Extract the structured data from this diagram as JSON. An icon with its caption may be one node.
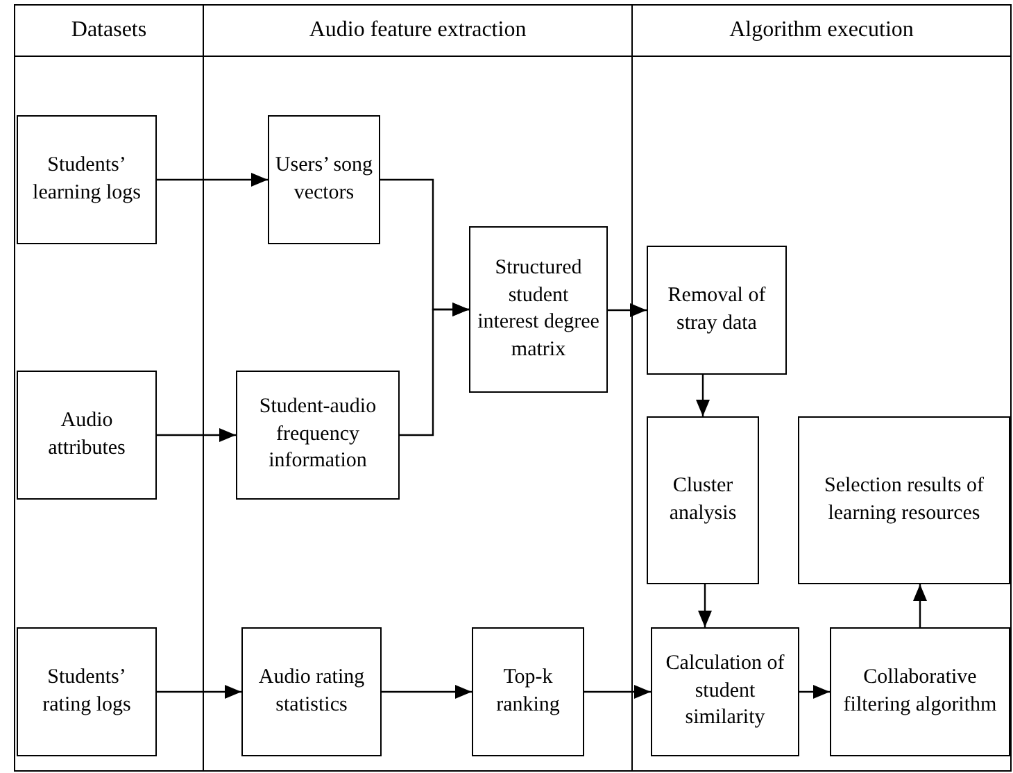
{
  "diagram": {
    "nodes": [
      {
        "text": [
          "Datasets"
        ]
      },
      {
        "text": [
          "Audio feature extraction"
        ]
      },
      {
        "text": [
          "Algorithm execution"
        ]
      },
      {
        "text": [
          "Students’ learning logs"
        ],
        "in": 0
      },
      {
        "text": [
          "Users’ song vectors"
        ],
        "in": 1
      },
      {
        "text": [
          "Structured student interest degree matrix"
        ],
        "in": 1
      },
      {
        "text": [
          "Removal of stray data"
        ],
        "in": 2
      },
      {
        "text": [
          "Audio attributes"
        ],
        "in": 0
      },
      {
        "text": [
          "Student-audio frequency information"
        ],
        "in": 1
      },
      {
        "text": [
          "Cluster analysis"
        ],
        "in": 2
      },
      {
        "text": [
          "Selection results of learning resources"
        ],
        "in": 2
      },
      {
        "text": [
          "Students’ rating logs"
        ],
        "in": 0
      },
      {
        "text": [
          "Audio rating statistics"
        ],
        "in": 1
      },
      {
        "text": [
          "Top-k ranking"
        ],
        "in": 1
      },
      {
        "text": [
          "Calculation of student similarity"
        ],
        "in": 2
      },
      {
        "text": [
          "Collaborative filtering algorithm"
        ],
        "in": 2
      }
    ],
    "edges": [
      {
        "from": 3,
        "to": 4,
        "arrow": "to"
      },
      {
        "from": 7,
        "to": 8,
        "arrow": "to"
      },
      {
        "from": 4,
        "to": 5,
        "arrow": "to"
      },
      {
        "from": 8,
        "to": 5,
        "arrow": "to"
      },
      {
        "from": 5,
        "to": 6,
        "arrow": "to"
      },
      {
        "from": 6,
        "to": 9,
        "arrow": "to"
      },
      {
        "from": 11,
        "to": 12,
        "arrow": "to"
      },
      {
        "from": 12,
        "to": 13,
        "arrow": "to"
      },
      {
        "from": 13,
        "to": 14,
        "arrow": "to"
      },
      {
        "from": 9,
        "to": 14,
        "arrow": "to"
      },
      {
        "from": 14,
        "to": 15,
        "arrow": "to"
      },
      {
        "from": 15,
        "to": 10,
        "arrow": "to"
      }
    ]
  }
}
